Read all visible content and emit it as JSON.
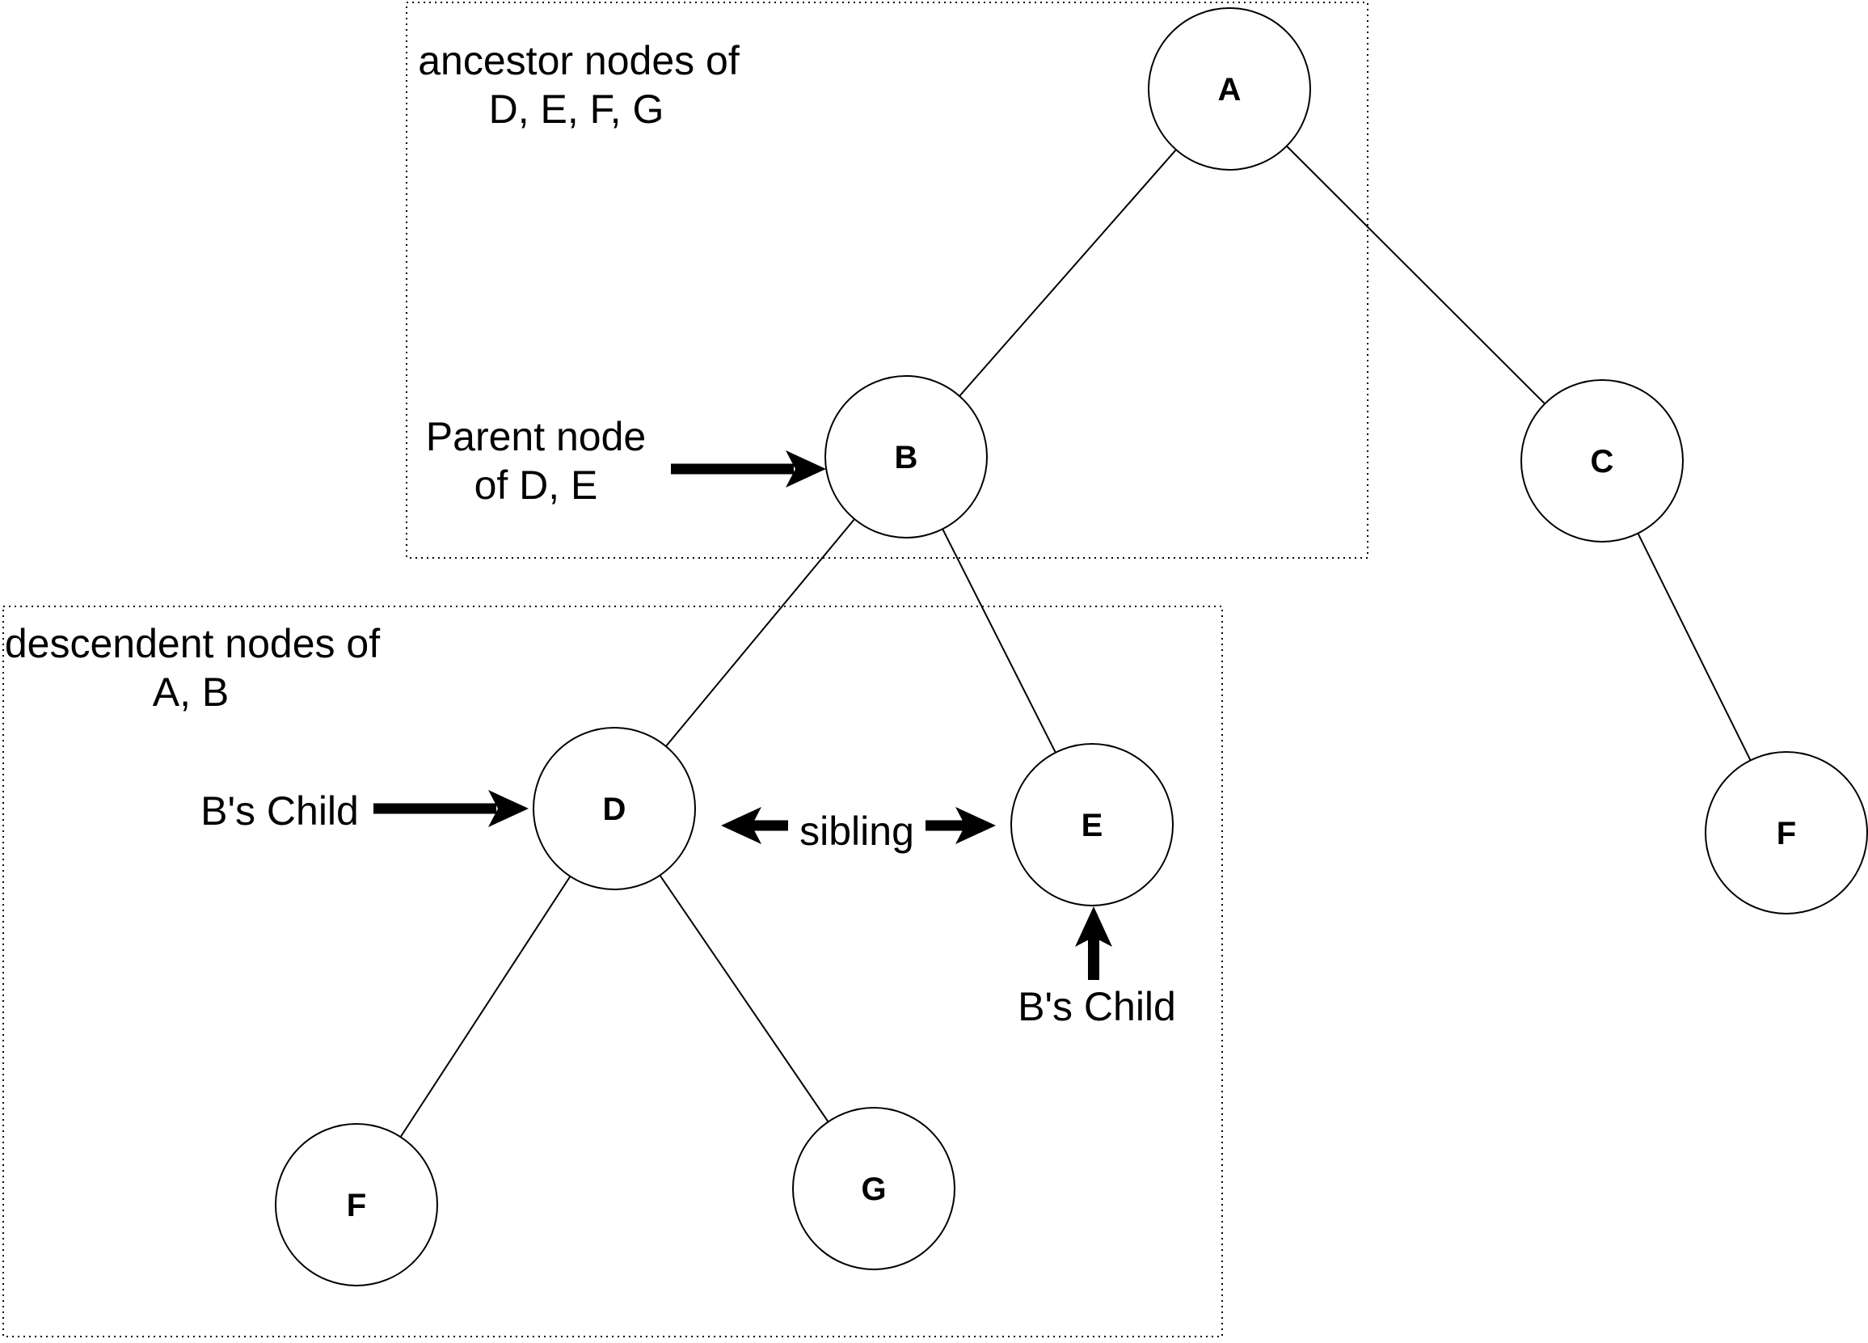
{
  "diagram": {
    "boxes": {
      "ancestor": {
        "label_line1": "ancestor nodes of",
        "label_line2": "D, E, F, G"
      },
      "descendent": {
        "label_line1": "descendent nodes of",
        "label_line2": "A, B"
      }
    },
    "nodes": {
      "a": "A",
      "b": "B",
      "c": "C",
      "d": "D",
      "e": "E",
      "f_left": "F",
      "g": "G",
      "f_right": "F"
    },
    "annotations": {
      "parent_line1": "Parent node",
      "parent_line2": "of D, E",
      "bs_child_left": "B's Child",
      "sibling": "sibling",
      "bs_child_bottom": "B's Child"
    },
    "colors": {
      "ink": "#000000",
      "background": "#ffffff"
    }
  }
}
